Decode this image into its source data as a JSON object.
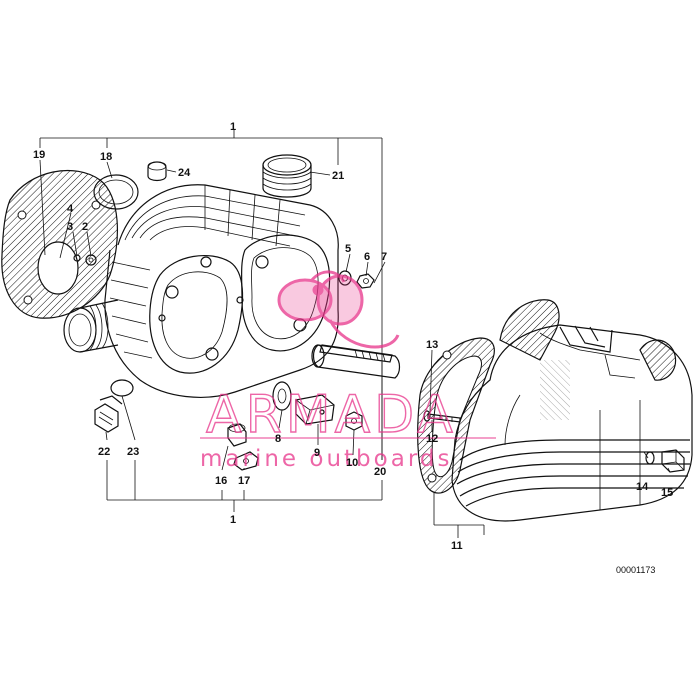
{
  "diagram": {
    "drawing_code": "00001173",
    "callouts": [
      "1",
      "19",
      "18",
      "24",
      "21",
      "4",
      "3",
      "2",
      "5",
      "6",
      "7",
      "13",
      "12",
      "8",
      "9",
      "10",
      "20",
      "22",
      "23",
      "16",
      "17",
      "14",
      "15",
      "11"
    ]
  },
  "watermark": {
    "brand": "ARMADA",
    "tagline": "marine outboards",
    "color": "#e8338a"
  }
}
